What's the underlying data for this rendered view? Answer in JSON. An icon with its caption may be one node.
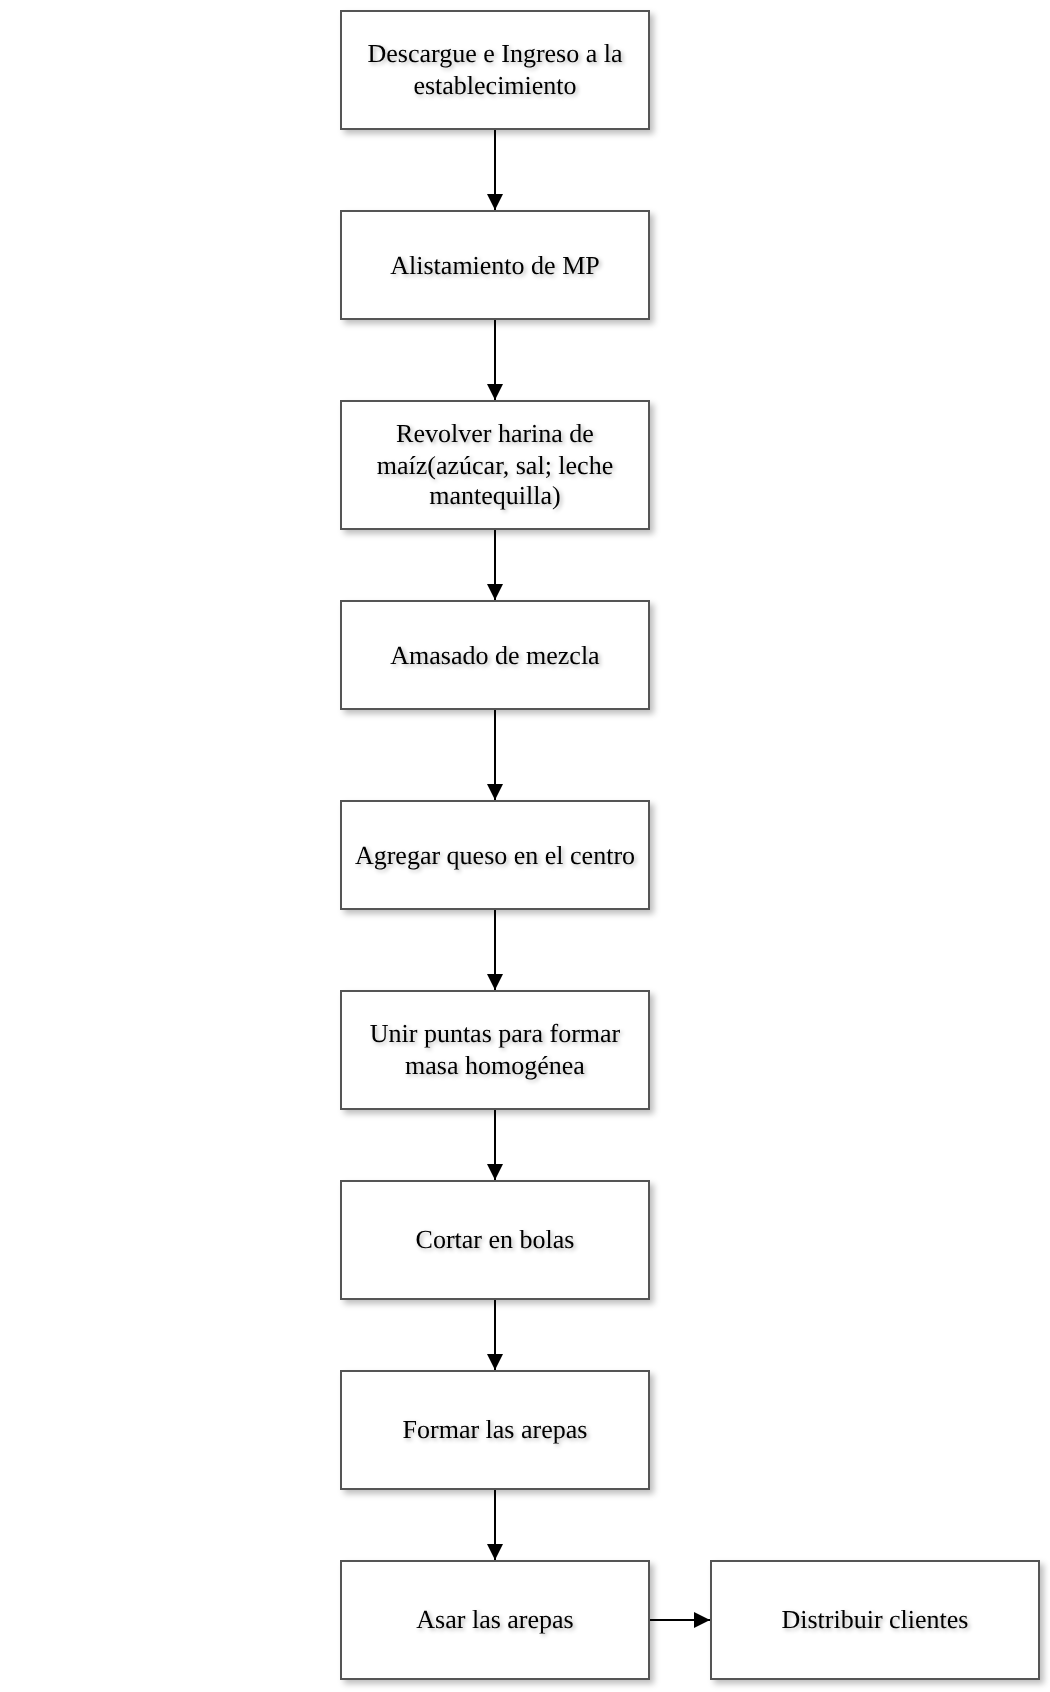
{
  "diagram": {
    "nodes": [
      {
        "text": [
          "Descargue e Ingreso a la establecimiento"
        ]
      },
      {
        "text": [
          "Alistamiento de MP"
        ]
      },
      {
        "text": [
          "Revolver harina de maíz(azúcar, sal; leche mantequilla)"
        ]
      },
      {
        "text": [
          "Amasado de mezcla"
        ]
      },
      {
        "text": [
          "Agregar queso en el centro"
        ]
      },
      {
        "text": [
          "Unir puntas para formar masa homogénea"
        ]
      },
      {
        "text": [
          "Cortar en bolas"
        ]
      },
      {
        "text": [
          "Formar las arepas"
        ]
      },
      {
        "text": [
          "Asar las arepas"
        ]
      },
      {
        "text": [
          "Distribuir clientes"
        ]
      }
    ],
    "edges": [
      {
        "from": 0,
        "to": 1,
        "arrow": "to"
      },
      {
        "from": 1,
        "to": 2,
        "arrow": "to"
      },
      {
        "from": 2,
        "to": 3,
        "arrow": "to"
      },
      {
        "from": 3,
        "to": 4,
        "arrow": "to"
      },
      {
        "from": 4,
        "to": 5,
        "arrow": "to"
      },
      {
        "from": 5,
        "to": 6,
        "arrow": "to"
      },
      {
        "from": 6,
        "to": 7,
        "arrow": "to"
      },
      {
        "from": 7,
        "to": 8,
        "arrow": "to"
      },
      {
        "from": 8,
        "to": 9,
        "arrow": "to"
      }
    ]
  }
}
